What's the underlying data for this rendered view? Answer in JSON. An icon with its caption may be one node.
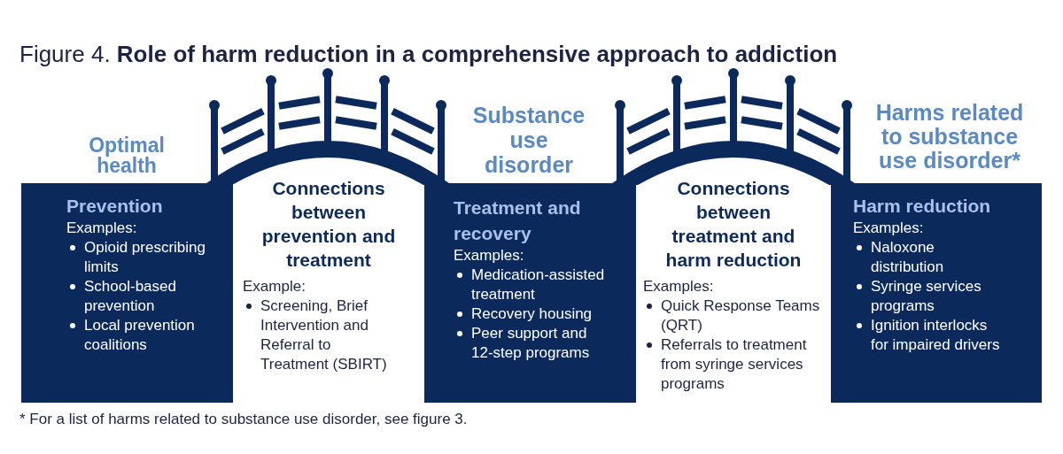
{
  "diagram": {
    "title": "Figure 4. **Role of harm reduction in a comprehensive approach to addiction**",
    "caption": "* For a list of harms related to substance use disorder, see figure 3.",
    "nodes": [
      {
        "text": [
          "Prevention",
          "Examples:",
          "Opioid prescribing limits",
          "School-based prevention",
          "Local prevention coalitions"
        ],
        "beside": [
          "Optimal health"
        ]
      },
      {
        "text": [
          "Connections between prevention and treatment",
          "Example:",
          "Screening, Brief Intervention and Referral to Treatment (SBIRT)"
        ]
      },
      {
        "text": [
          "Treatment and recovery",
          "Examples:",
          "Medication-assisted treatment",
          "Recovery housing",
          "Peer support and 12-step programs"
        ],
        "beside": [
          "Substance use disorder"
        ]
      },
      {
        "text": [
          "Connections between treatment and harm reduction",
          "Examples:",
          "Quick Response Teams (QRT)",
          "Referrals to treatment from syringe services programs"
        ]
      },
      {
        "text": [
          "Harm reduction",
          "Examples:",
          "Naloxone distribution",
          "Syringe services programs",
          "Ignition interlocks for impaired drivers"
        ],
        "beside": [
          "Harms related to substance use disorder*"
        ]
      }
    ]
  }
}
